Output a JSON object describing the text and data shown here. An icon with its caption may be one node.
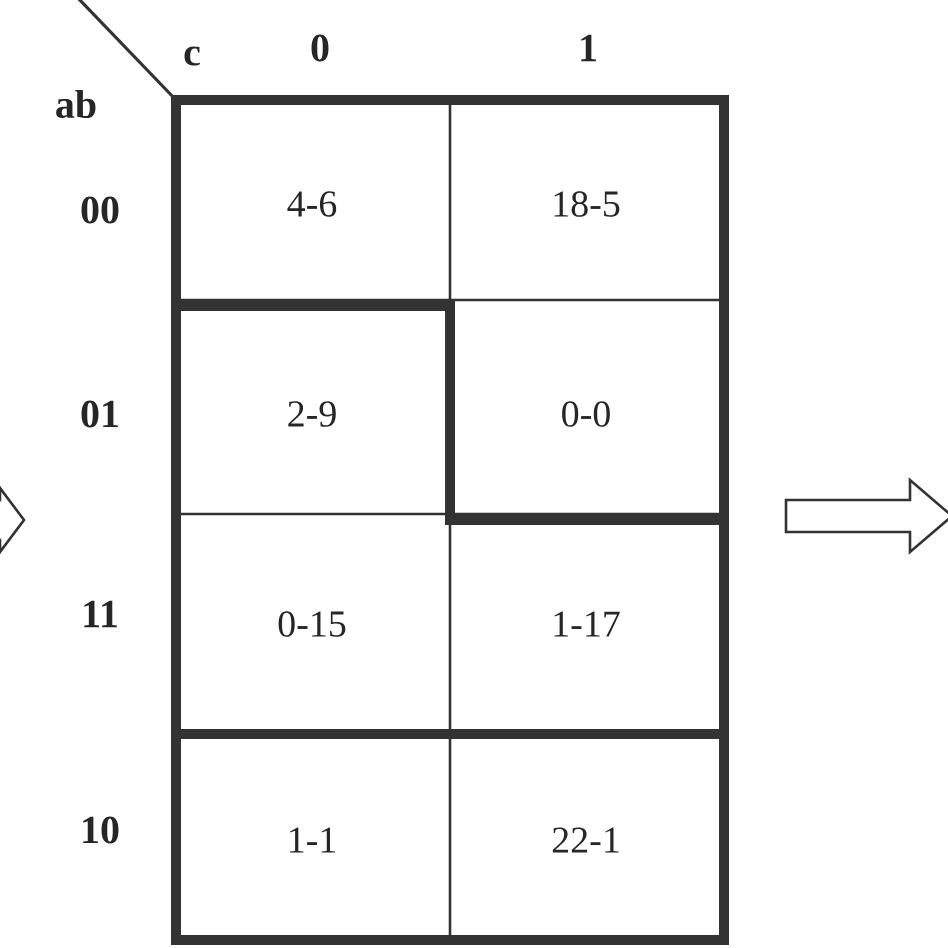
{
  "diagram": {
    "labels": [
      "c",
      "0",
      "1",
      "ab",
      "00",
      "4-6",
      "18-5",
      "01",
      "2-9",
      "0-0",
      "11",
      "0-15",
      "1-17",
      "10",
      "1-1",
      "22-1"
    ]
  }
}
